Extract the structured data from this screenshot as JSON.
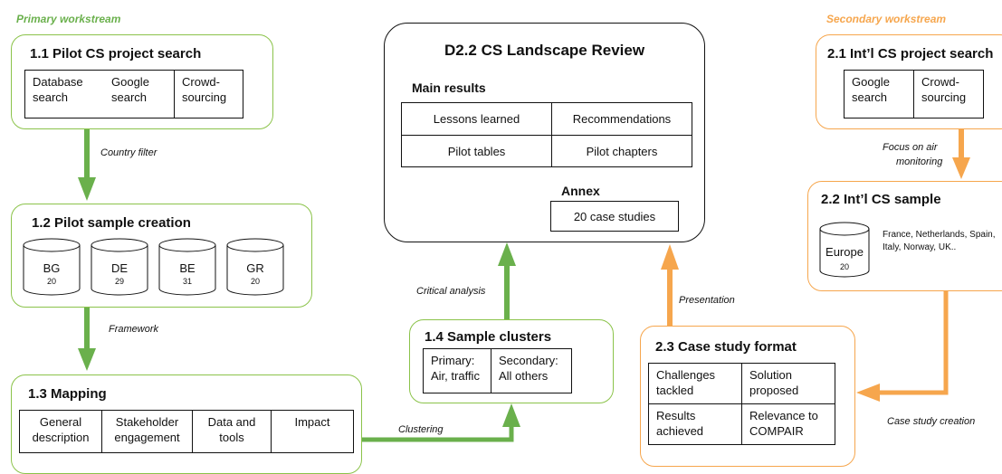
{
  "primary_label": "Primary workstream",
  "secondary_label": "Secondary workstream",
  "colors": {
    "green": "#6ab04c",
    "green_border": "#8bc34a",
    "orange": "#f6a64d",
    "black": "#111111"
  },
  "box_1_1": {
    "title": "1.1 Pilot CS project search",
    "cells": [
      "Database search",
      "Google search",
      "Crowd-sourcing"
    ]
  },
  "box_1_2": {
    "title": "1.2 Pilot sample creation",
    "samples": [
      {
        "code": "BG",
        "count": "20"
      },
      {
        "code": "DE",
        "count": "29"
      },
      {
        "code": "BE",
        "count": "31"
      },
      {
        "code": "GR",
        "count": "20"
      }
    ]
  },
  "box_1_3": {
    "title": "1.3 Mapping",
    "cells": [
      "General description",
      "Stakeholder engagement",
      "Data and tools",
      "Impact"
    ]
  },
  "box_1_4": {
    "title": "1.4 Sample clusters",
    "cells": [
      "Primary: Air, traffic",
      "Secondary: All others"
    ]
  },
  "d22": {
    "title": "D2.2 CS Landscape Review",
    "main_results": "Main results",
    "results": [
      "Lessons learned",
      "Recommendations",
      "Pilot tables",
      "Pilot chapters"
    ],
    "annex": "Annex",
    "annex_cell": "20 case studies"
  },
  "box_2_1": {
    "title": "2.1 Int’l CS project search",
    "cells": [
      "Google search",
      "Crowd-sourcing"
    ]
  },
  "box_2_2": {
    "title": "2.2 Int’l CS sample",
    "cyl_label": "Europe",
    "cyl_count": "20",
    "countries": "France, Netherlands, Spain, Italy, Norway, UK.."
  },
  "box_2_3": {
    "title": "2.3 Case study format",
    "cells": [
      "Challenges tackled",
      "Solution proposed",
      "Results achieved",
      "Relevance to COMPAIR"
    ]
  },
  "edges": {
    "country_filter": "Country filter",
    "framework": "Framework",
    "clustering": "Clustering",
    "critical_analysis": "Critical analysis",
    "presentation": "Presentation",
    "focus_air_1": "Focus on air",
    "focus_air_2": "monitoring",
    "case_study_creation": "Case study creation"
  }
}
